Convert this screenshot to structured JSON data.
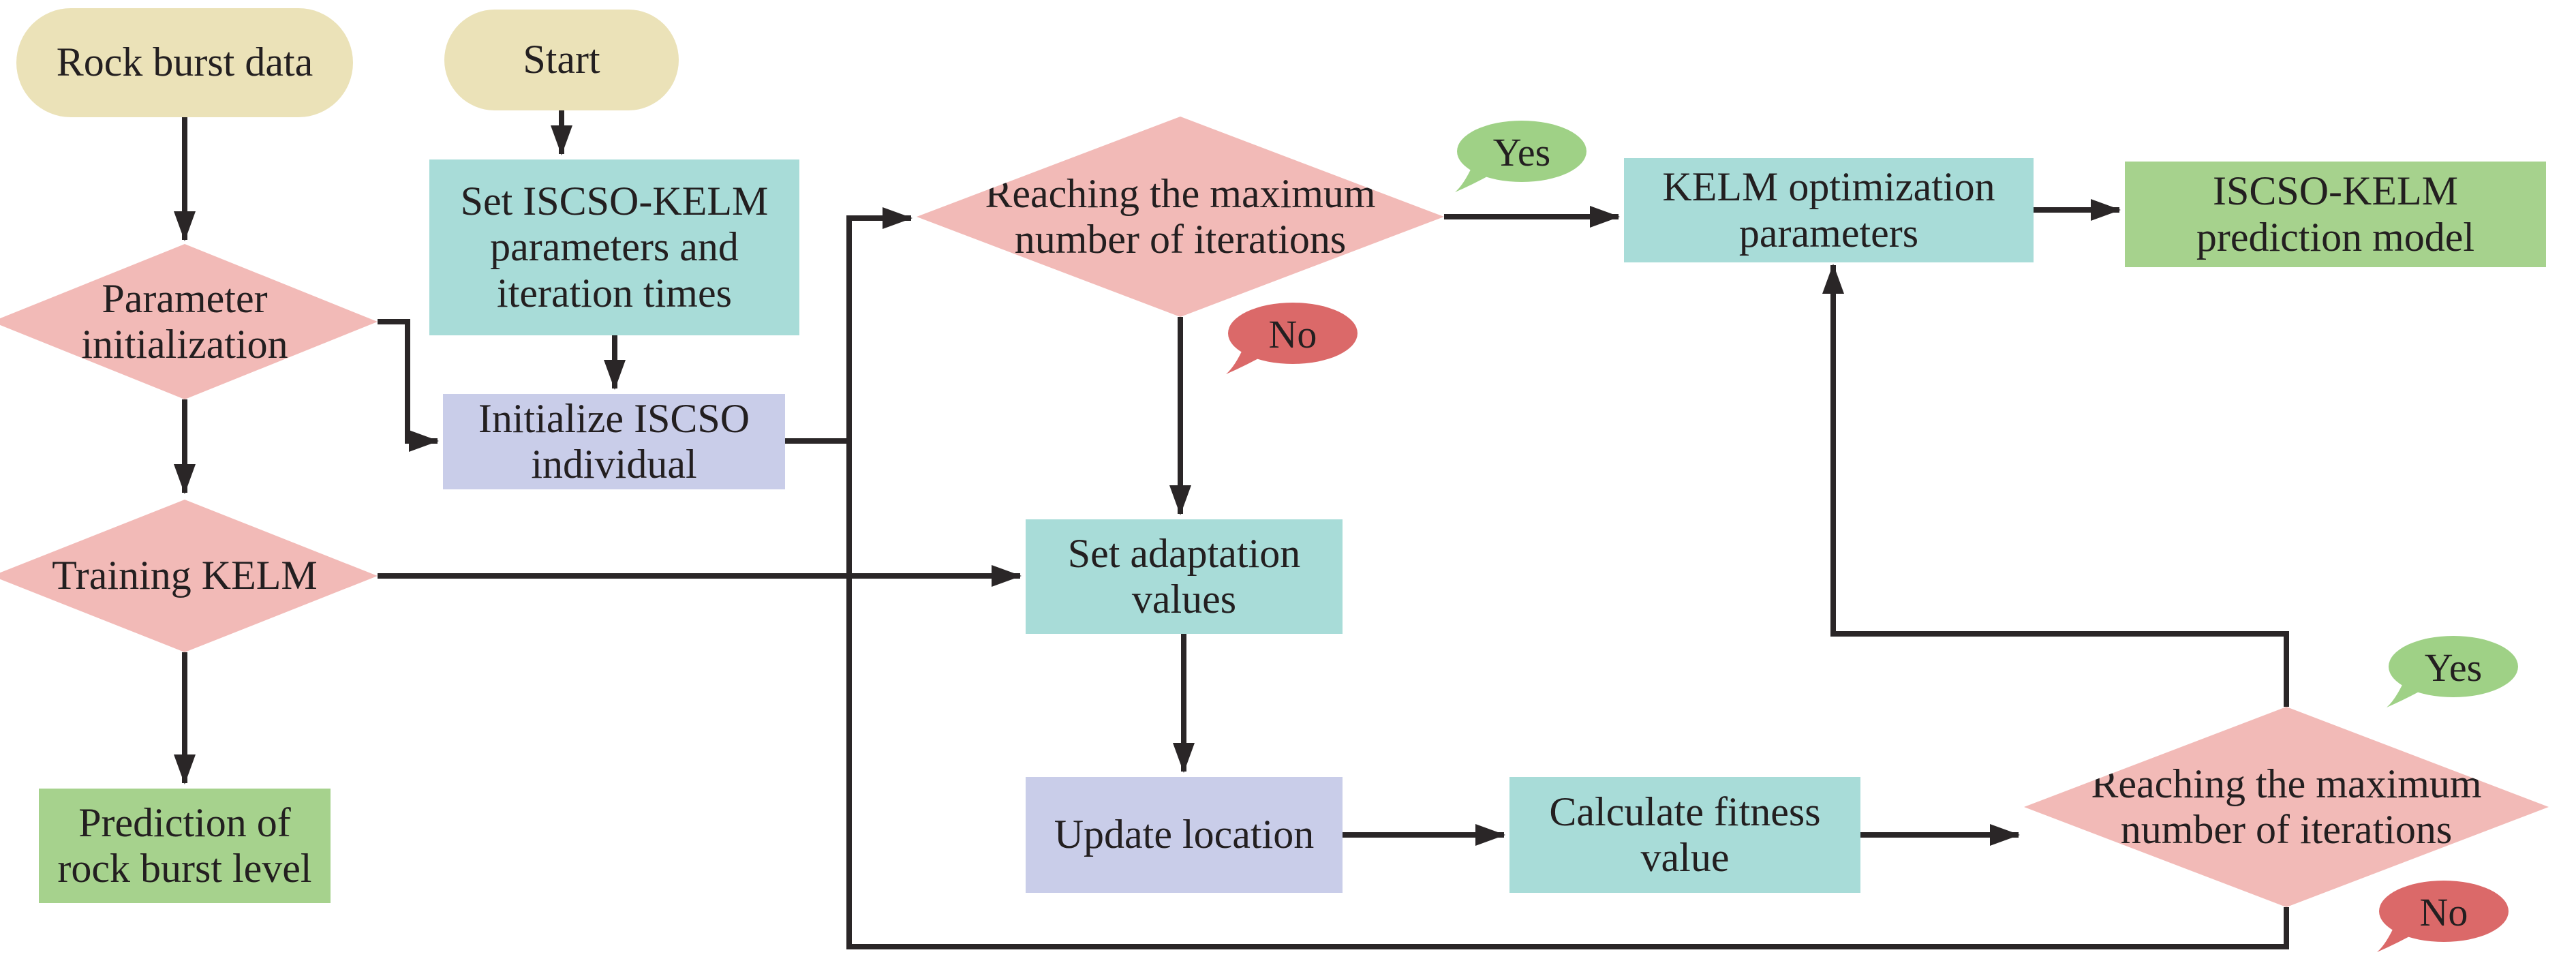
{
  "colors": {
    "background": "#ffffff",
    "terminal_tan": "#ebe2b8",
    "process_teal": "#a8dcd8",
    "process_lavender": "#c9cde9",
    "result_green": "#a6d28d",
    "decision_pink": "#f2bab7",
    "bubble_yes_green": "#9fd186",
    "bubble_no_red": "#db6969",
    "connector_ink": "#2a2627",
    "text_ink": "#231f20"
  },
  "nodes": {
    "rock_burst_data": {
      "label": "Rock burst data",
      "lines": [
        "Rock burst data"
      ]
    },
    "start": {
      "label": "Start",
      "lines": [
        "Start"
      ]
    },
    "set_params": {
      "label": "Set ISCSO-KELM parameters and iteration times",
      "lines": [
        "Set ISCSO-KELM",
        "parameters and",
        "iteration times"
      ]
    },
    "initialize_individual": {
      "label": "Initialize ISCSO individual",
      "lines": [
        "Initialize ISCSO",
        "individual"
      ]
    },
    "parameter_initialization": {
      "label": "Parameter initialization",
      "lines": [
        "Parameter",
        "initialization"
      ]
    },
    "training_kelm": {
      "label": "Training KELM",
      "lines": [
        "Training KELM"
      ]
    },
    "prediction_level": {
      "label": "Prediction of rock burst level",
      "lines": [
        "Prediction of",
        "rock burst level"
      ]
    },
    "reach_max_iterations_1": {
      "label": "Reaching the maximum number of iterations",
      "lines": [
        "Reaching the maximum",
        "number of iterations"
      ]
    },
    "kelm_optimization": {
      "label": "KELM optimization parameters",
      "lines": [
        "KELM optimization",
        "parameters"
      ]
    },
    "iscso_kelm_model": {
      "label": "ISCSO-KELM prediction model",
      "lines": [
        "ISCSO-KELM",
        "prediction model"
      ]
    },
    "set_adaptation": {
      "label": "Set adaptation values",
      "lines": [
        "Set adaptation",
        "values"
      ]
    },
    "update_location": {
      "label": "Update location",
      "lines": [
        "Update location"
      ]
    },
    "calculate_fitness": {
      "label": "Calculate fitness value",
      "lines": [
        "Calculate fitness",
        "value"
      ]
    },
    "reach_max_iterations_2": {
      "label": "Reaching the maximum number of iterations",
      "lines": [
        "Reaching the maximum",
        "number of iterations"
      ]
    }
  },
  "bubbles": {
    "yes_1": {
      "label": "Yes"
    },
    "no_1": {
      "label": "No"
    },
    "yes_2": {
      "label": "Yes"
    },
    "no_2": {
      "label": "No"
    }
  }
}
